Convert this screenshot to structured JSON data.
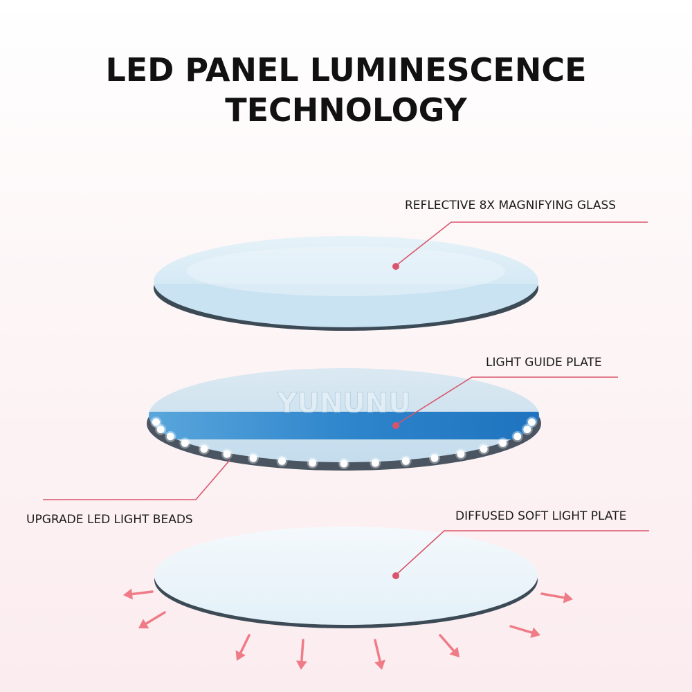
{
  "title": {
    "line1": "LED PANEL LUMINESCENCE",
    "line2": "TECHNOLOGY"
  },
  "layers": [
    {
      "id": "magnifying-glass",
      "label": "REFLECTIVE 8X MAGNIFYING GLASS"
    },
    {
      "id": "light-guide-plate",
      "label": "LIGHT GUIDE PLATE"
    },
    {
      "id": "led-light-beads",
      "label": "UPGRADE LED LIGHT BEADS"
    },
    {
      "id": "diffused-plate",
      "label": "DIFFUSED SOFT LIGHT PLATE"
    }
  ],
  "watermark": "YUNUNU",
  "colors": {
    "callout": "#d9546a",
    "glass": "#d6eaf5",
    "guide_blue": "#2f86cc",
    "bead_ring": "#4a5561",
    "arrow": "#ef7b86"
  }
}
